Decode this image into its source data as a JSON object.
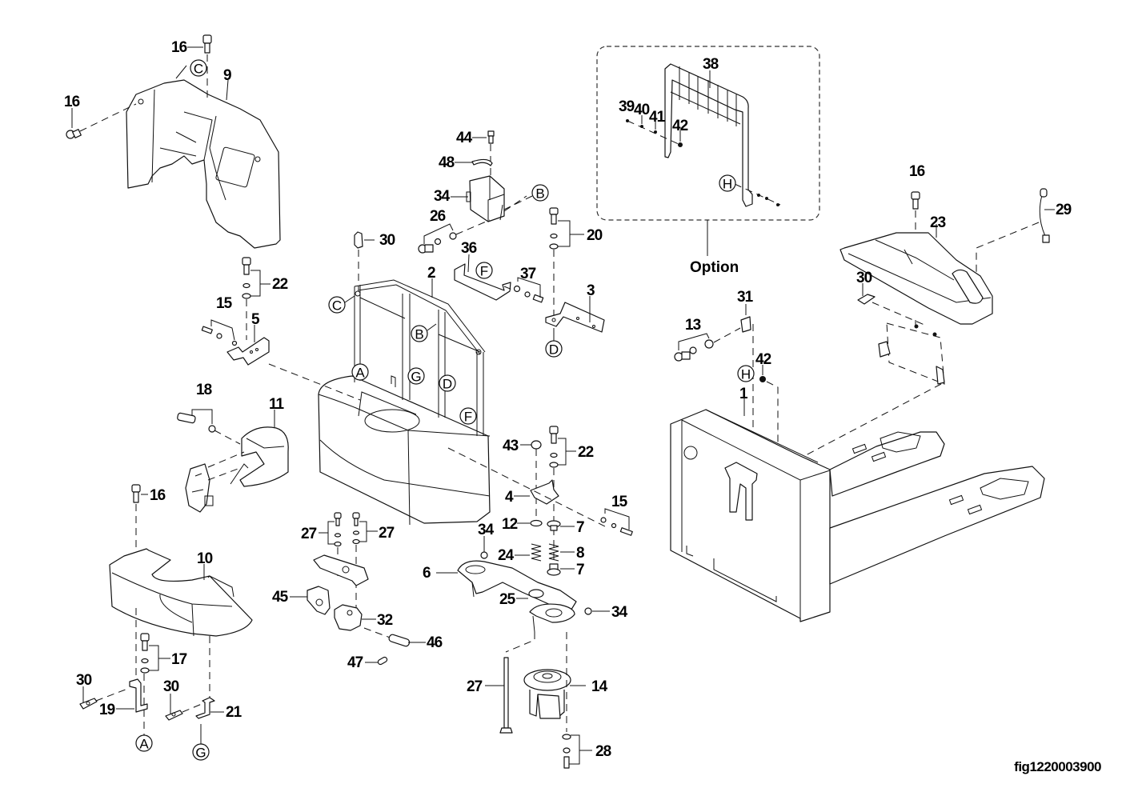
{
  "figure_id": "fig1220003900",
  "option_label": "Option",
  "parts": [
    {
      "no": "1"
    },
    {
      "no": "2"
    },
    {
      "no": "3"
    },
    {
      "no": "4"
    },
    {
      "no": "5"
    },
    {
      "no": "6"
    },
    {
      "no": "7"
    },
    {
      "no": "8"
    },
    {
      "no": "9"
    },
    {
      "no": "10"
    },
    {
      "no": "11"
    },
    {
      "no": "12"
    },
    {
      "no": "13"
    },
    {
      "no": "14"
    },
    {
      "no": "15"
    },
    {
      "no": "16"
    },
    {
      "no": "17"
    },
    {
      "no": "18"
    },
    {
      "no": "19"
    },
    {
      "no": "20"
    },
    {
      "no": "21"
    },
    {
      "no": "22"
    },
    {
      "no": "23"
    },
    {
      "no": "24"
    },
    {
      "no": "25"
    },
    {
      "no": "26"
    },
    {
      "no": "27"
    },
    {
      "no": "28"
    },
    {
      "no": "29"
    },
    {
      "no": "30"
    },
    {
      "no": "31"
    },
    {
      "no": "32"
    },
    {
      "no": "34"
    },
    {
      "no": "36"
    },
    {
      "no": "37"
    },
    {
      "no": "38"
    },
    {
      "no": "39"
    },
    {
      "no": "40"
    },
    {
      "no": "41"
    },
    {
      "no": "42"
    },
    {
      "no": "43"
    },
    {
      "no": "44"
    },
    {
      "no": "45"
    },
    {
      "no": "46"
    },
    {
      "no": "47"
    },
    {
      "no": "48"
    }
  ],
  "labels": {
    "l16a": "16",
    "l16b": "16",
    "l9": "9",
    "lC1": "C",
    "l44": "44",
    "l48": "48",
    "l34a": "34",
    "lB1": "B",
    "l26": "26",
    "l30a": "30",
    "l36": "36",
    "lF1": "F",
    "l37": "37",
    "l20": "20",
    "l3": "3",
    "lD1": "D",
    "l2": "2",
    "lC2": "C",
    "lB2": "B",
    "l22a": "22",
    "l15a": "15",
    "l5": "5",
    "lA1": "A",
    "lG1": "G",
    "lD2": "D",
    "lF2": "F",
    "l18": "18",
    "l11": "11",
    "l16c": "16",
    "l10": "10",
    "l17": "17",
    "l30b": "30",
    "l19": "19",
    "l30c": "30",
    "l21": "21",
    "lA2": "A",
    "lG2": "G",
    "l27a": "27",
    "l27b": "27",
    "l45": "45",
    "l32": "32",
    "l46": "46",
    "l47": "47",
    "l43": "43",
    "l22b": "22",
    "l4": "4",
    "l15b": "15",
    "l12": "12",
    "l7a": "7",
    "l34b": "34",
    "l24": "24",
    "l8": "8",
    "l6": "6",
    "l7b": "7",
    "l25": "25",
    "l34c": "34",
    "l27c": "27",
    "l14": "14",
    "l28": "28",
    "l38": "38",
    "l39": "39",
    "l40": "40",
    "l41": "41",
    "l42a": "42",
    "lH1": "H",
    "l16d": "16",
    "l23": "23",
    "l29": "29",
    "l30d": "30",
    "l31": "31",
    "l13": "13",
    "lH2": "H",
    "l42b": "42",
    "l1": "1"
  }
}
